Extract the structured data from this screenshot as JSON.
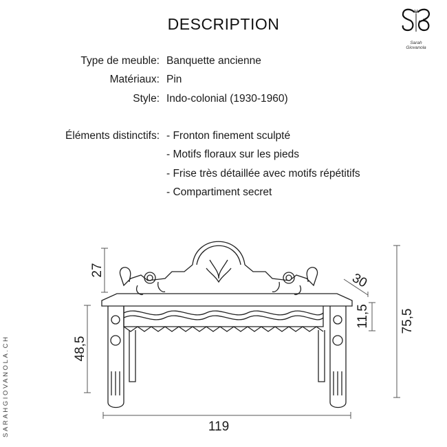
{
  "header": {
    "title": "DESCRIPTION",
    "logo": {
      "icon": "butterfly-sg-monogram-icon",
      "line1": "Sarah",
      "line2": "Giovanola"
    }
  },
  "details": [
    {
      "label": "Type de meuble:",
      "value": "Banquette ancienne"
    },
    {
      "label": "Matériaux:",
      "value": "Pin"
    },
    {
      "label": "Style:",
      "value": "Indo-colonial (1930-1960)"
    }
  ],
  "features": {
    "label": "Éléments distinctifs:",
    "items": [
      "- Fronton finement sculpté",
      "- Motifs floraux sur les pieds",
      "- Frise très détaillée avec motifs répétitifs",
      "- Compartiment secret"
    ]
  },
  "drawing": {
    "subject": "bench-line-drawing",
    "dimensions": {
      "pediment_height": "27",
      "depth": "30",
      "apron_height": "11,5",
      "total_height": "75,5",
      "leg_height": "48,5",
      "width": "119"
    }
  },
  "footer": {
    "site": "SARAHGIOVANOLA.CH"
  }
}
